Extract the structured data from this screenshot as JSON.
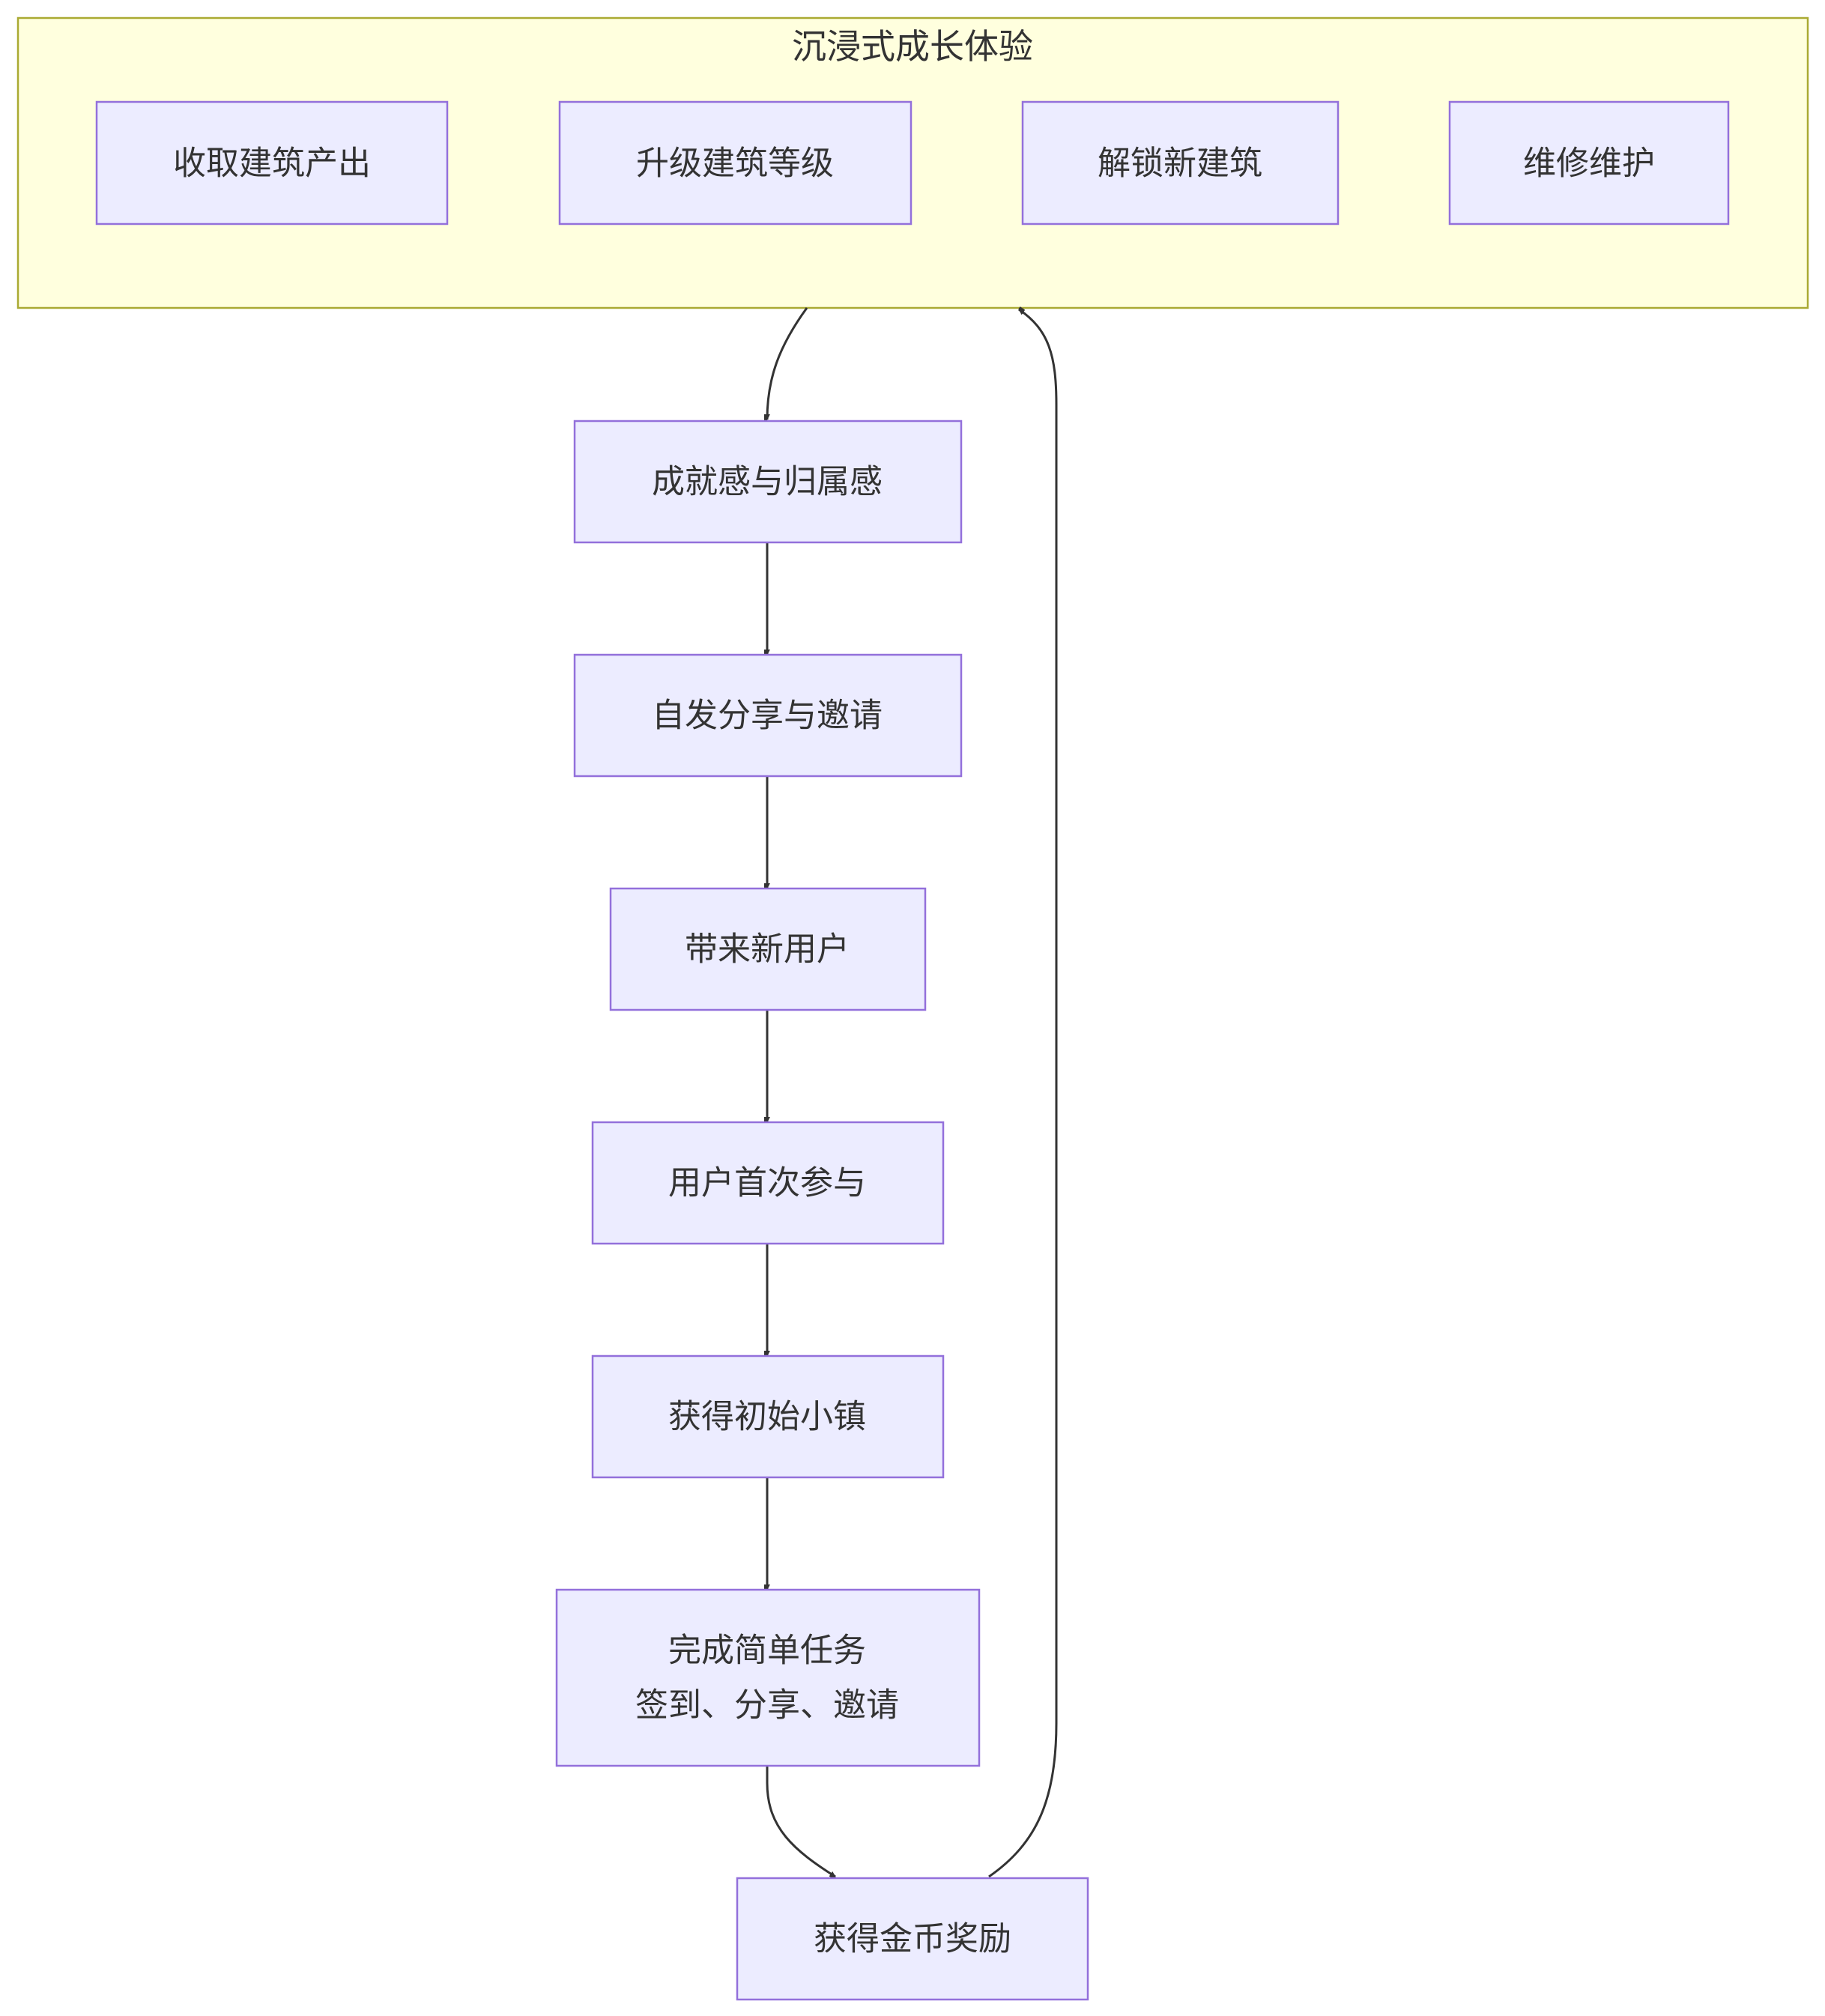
{
  "cluster": {
    "title": "沉浸式成长体验",
    "nodes": [
      {
        "id": "collect",
        "label": "收取建筑产出"
      },
      {
        "id": "upgrade",
        "label": "升级建筑等级"
      },
      {
        "id": "unlock",
        "label": "解锁新建筑"
      },
      {
        "id": "repair",
        "label": "维修维护"
      }
    ]
  },
  "flow": [
    {
      "id": "achievement",
      "lines": [
        "成就感与归属感"
      ]
    },
    {
      "id": "share",
      "lines": [
        "自发分享与邀请"
      ]
    },
    {
      "id": "newusers",
      "lines": [
        "带来新用户"
      ]
    },
    {
      "id": "firstjoin",
      "lines": [
        "用户首次参与"
      ]
    },
    {
      "id": "town",
      "lines": [
        "获得初始小镇"
      ]
    },
    {
      "id": "tasks",
      "lines": [
        "完成简单任务",
        "签到、分享、邀请"
      ]
    },
    {
      "id": "coins",
      "lines": [
        "获得金币奖励"
      ]
    }
  ],
  "edges": [
    {
      "from": "cluster",
      "to": "achievement"
    },
    {
      "from": "achievement",
      "to": "share"
    },
    {
      "from": "share",
      "to": "newusers"
    },
    {
      "from": "newusers",
      "to": "firstjoin"
    },
    {
      "from": "firstjoin",
      "to": "town"
    },
    {
      "from": "town",
      "to": "tasks"
    },
    {
      "from": "tasks",
      "to": "coins"
    },
    {
      "from": "coins",
      "to": "cluster"
    }
  ],
  "colors": {
    "cluster_fill": "#ffffde",
    "cluster_stroke": "#aaaa33",
    "node_fill": "#ececff",
    "node_stroke": "#9370db",
    "edge": "#333333",
    "text": "#333333"
  }
}
